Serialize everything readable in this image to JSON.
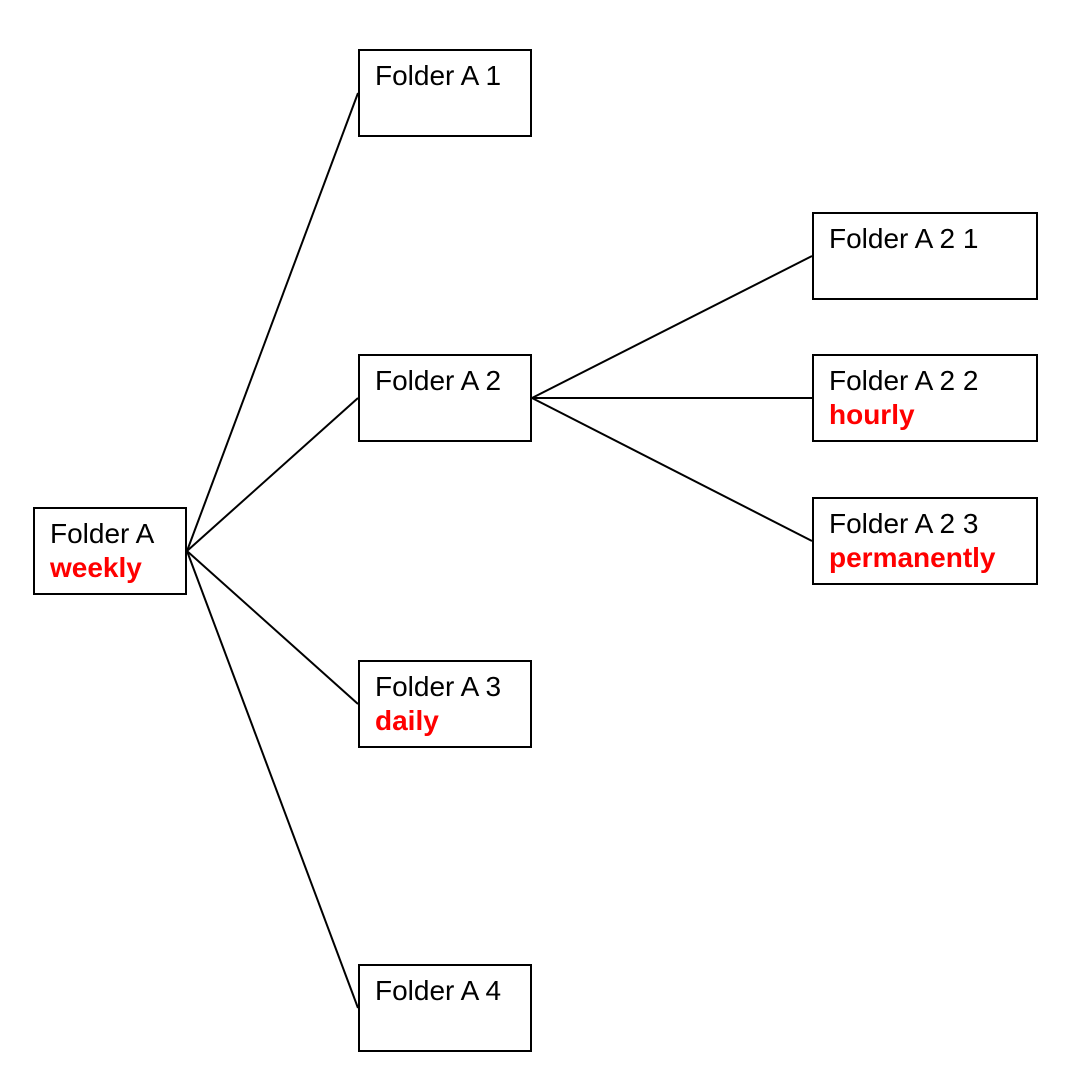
{
  "diagram": {
    "type": "tree",
    "colors": {
      "background": "#ffffff",
      "box_border": "#000000",
      "label_text": "#000000",
      "schedule_text": "#ff0000",
      "connector_line": "#000000"
    },
    "nodes": {
      "root": {
        "label": "Folder A",
        "schedule": "weekly"
      },
      "a1": {
        "label": "Folder A 1"
      },
      "a2": {
        "label": "Folder A 2"
      },
      "a3": {
        "label": "Folder A 3",
        "schedule": "daily"
      },
      "a4": {
        "label": "Folder A 4"
      },
      "a21": {
        "label": "Folder A 2 1"
      },
      "a22": {
        "label": "Folder A 2 2",
        "schedule": "hourly"
      },
      "a23": {
        "label": "Folder A 2 3",
        "schedule": "permanently"
      }
    },
    "edges": [
      {
        "from": "Folder A",
        "to": "Folder A 1"
      },
      {
        "from": "Folder A",
        "to": "Folder A 2"
      },
      {
        "from": "Folder A",
        "to": "Folder A 3"
      },
      {
        "from": "Folder A",
        "to": "Folder A 4"
      },
      {
        "from": "Folder A 2",
        "to": "Folder A 2 1"
      },
      {
        "from": "Folder A 2",
        "to": "Folder A 2 2"
      },
      {
        "from": "Folder A 2",
        "to": "Folder A 2 3"
      }
    ]
  }
}
